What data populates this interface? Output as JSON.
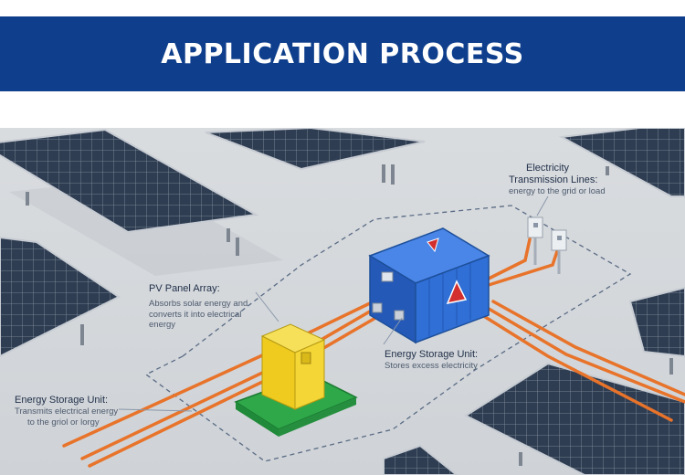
{
  "header": {
    "title": "APPLICATION PROCESS"
  },
  "labels": {
    "electricity": {
      "line1": "Electricity",
      "line2": "Transmission Lines:",
      "desc": "energy to the grid or load"
    },
    "pv": {
      "title": "PV Panel Array:",
      "desc1": "Absorbs solar energy and",
      "desc2": "converts it into electrical",
      "desc3": "energy"
    },
    "storage_right": {
      "title": "Energy Storage Unit:",
      "desc": "Stores excess electricity"
    },
    "storage_left": {
      "title": "Energy Storage Unit:",
      "desc1": "Transmits electrical energy",
      "desc2": "to the griol or lorgy"
    }
  },
  "colors": {
    "banner": "#0f3f8c",
    "cable": "#e8732a",
    "container": "#2f6fd6",
    "cabinet": "#f2d027",
    "base": "#2fa84a"
  }
}
